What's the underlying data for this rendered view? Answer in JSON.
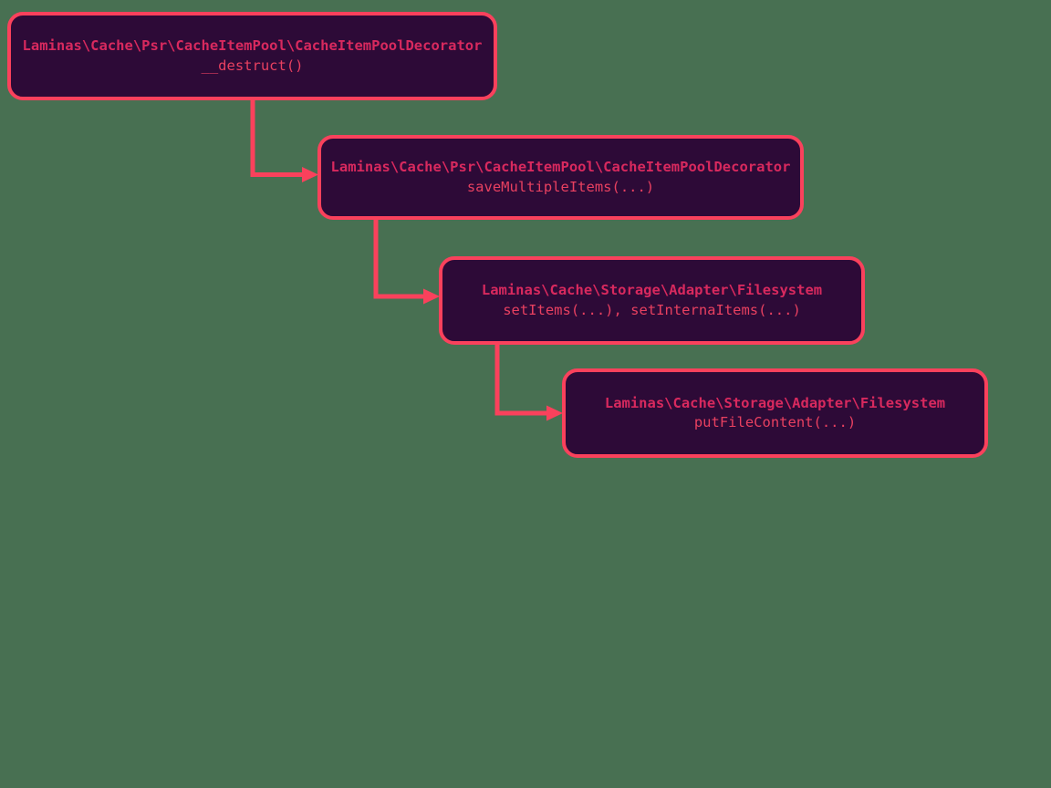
{
  "diagram": {
    "type": "call-graph",
    "colors": {
      "background": "#487052",
      "node_fill": "#2d0a37",
      "node_border": "#fa415c",
      "edge": "#fa415c",
      "class_text": "#d8295e",
      "method_text": "#e84060"
    },
    "nodes": [
      {
        "id": "decorator-destruct",
        "class_name": "Laminas\\Cache\\Psr\\CacheItemPool\\CacheItemPoolDecorator",
        "methods": "__destruct()"
      },
      {
        "id": "decorator-save-multiple-items",
        "class_name": "Laminas\\Cache\\Psr\\CacheItemPool\\CacheItemPoolDecorator",
        "methods": "saveMultipleItems(...)"
      },
      {
        "id": "filesystem-set-items",
        "class_name": "Laminas\\Cache\\Storage\\Adapter\\Filesystem",
        "methods": "setItems(...), setInternaItems(...)"
      },
      {
        "id": "filesystem-put-file-content",
        "class_name": "Laminas\\Cache\\Storage\\Adapter\\Filesystem",
        "methods": "putFileContent(...)"
      }
    ],
    "edges": [
      {
        "from": "decorator-destruct",
        "to": "decorator-save-multiple-items"
      },
      {
        "from": "decorator-save-multiple-items",
        "to": "filesystem-set-items"
      },
      {
        "from": "filesystem-set-items",
        "to": "filesystem-put-file-content"
      }
    ]
  }
}
